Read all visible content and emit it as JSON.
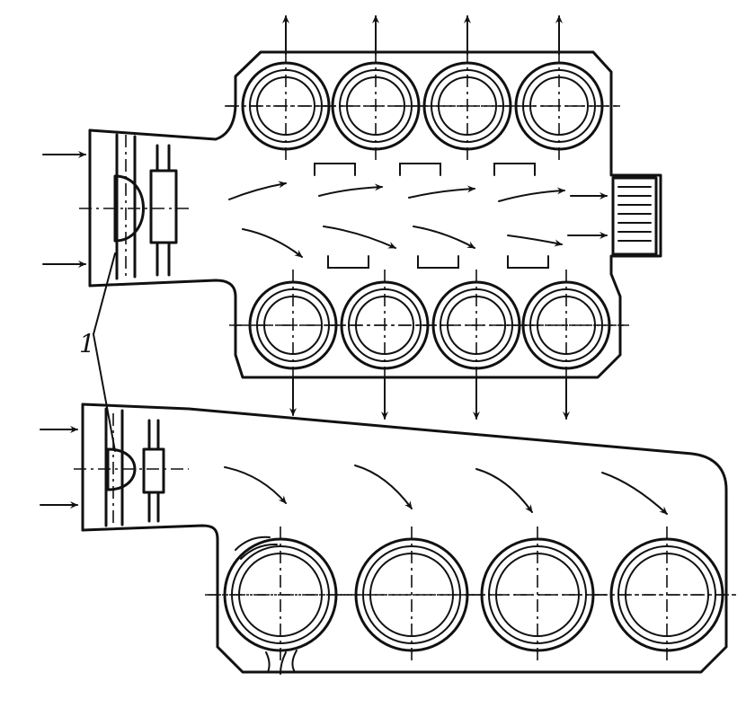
{
  "diagram": {
    "callout_label": "1",
    "colors": {
      "ink": "#111111",
      "background": "#ffffff"
    },
    "upper_unit": {
      "cylinders_per_bank": 4,
      "banks": 2
    },
    "lower_unit": {
      "cylinders_per_bank": 4,
      "banks": 1
    }
  }
}
